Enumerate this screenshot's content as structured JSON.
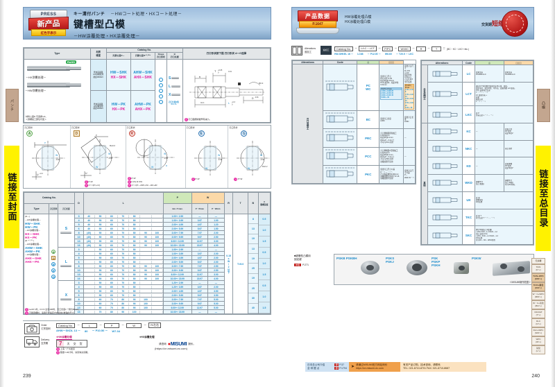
{
  "document": {
    "publisher": "MISUMI",
    "left_page_number": "239",
    "right_page_number": "240"
  },
  "left_banner": {
    "press_label": "PRESS",
    "new_product_cn": "新产品",
    "new_product_sub": "红色字表示",
    "headline_jp": "キー溝付パンチ",
    "headline_jp_sub": "－HWコート処理・HXコート処理－",
    "title_cn": "键槽型凸模",
    "subtitle_cn": "－HW涂覆处理・HX涂覆处理－"
  },
  "right_banner": {
    "badge_title": "产品数据",
    "badge_page": "P.1647",
    "line1": "HW涂覆处理凸模",
    "line2": "HX涂覆处理凸模",
    "stamp_label": "交货期",
    "stamp_label_big": "短缩"
  },
  "type_table": {
    "headers": {
      "type": "Type",
      "material": "材质",
      "hardness": "硬度",
      "catalog_no": "Catalog No.",
      "sub_type": "Type",
      "col_d": "刃部公差D₋₁",
      "col_d2": "刃部公差D⁺⁰·⁰⁰⁵",
      "shape": "Shape",
      "shape_cn": "刃口形状",
      "b_label": "B",
      "b_cn": "刃口长度",
      "shape_select": "刃口形状按下图 刃口形状 A～G选择"
    },
    "rows": [
      {
        "label": "－HW涂覆处理－",
        "rohs": "RoHS",
        "material": "粉末高速钢\nHW涂覆处理\n硬度3800HV",
        "codes_d": [
          "HW－SHK",
          "HX－SHK"
        ],
        "codes_d2": [
          "AHW－SHK",
          "AHX－SHK"
        ]
      },
      {
        "label": "－HX涂覆处理－",
        "material": "粉末高速钢\nHX涂覆处理\n硬度3000HV",
        "codes_d": [
          "HW－PK",
          "HX－PK"
        ],
        "codes_d2": [
          "AHW－PK",
          "AHX－PK"
        ]
      }
    ],
    "shapes": [
      "S",
      "L",
      "X"
    ],
    "shape_note": "刃口长度B值\nX>L>S",
    "footnote": "材料公差D 可选择mA、\n＜键槽加工部位可变＞",
    "fig_note": "刃口面磨削壁厚有减小。"
  },
  "shape_figures": {
    "header_label": "刃口形状",
    "items": [
      {
        "letter": "A",
        "formula": "",
        "notes": []
      },
      {
        "letter": "D",
        "formula": "X＝√(P²＋U²)",
        "notes": [
          "P>W"
        ]
      },
      {
        "letter": "R",
        "formula": "X＝√(P²－2RP＋W²－2R²+2R",
        "notes": [
          "P>W",
          "0.15≤ R<P/2"
        ]
      },
      {
        "letter": "E",
        "formula": "",
        "notes": [
          "P>W"
        ]
      },
      {
        "letter": "G",
        "formula": "",
        "notes": [
          "P>W"
        ]
      }
    ]
  },
  "main_table": {
    "title": "Catalog No.",
    "precision_note": "指定单位0.01mm",
    "tolerance_note": "单位0.1mm",
    "headers": [
      "Type",
      "刃口形状",
      "刃口长度",
      "D",
      "L",
      "P",
      "P・Pmax",
      "P・Wmin",
      "R",
      "T",
      "B",
      "U"
    ],
    "sub_headers": [
      "min. P  max.",
      "P・Pmax",
      "P・Wmin"
    ],
    "u_label": "键槽深度",
    "type_labels": [
      "(D－)",
      "－HW涂覆处理－",
      "HW－SHK",
      "HW－PK",
      "－HX涂覆处理－",
      "HX－SHK",
      "HX－PK",
      "(D ⁺⁰·⁰⁰⁵ )",
      "－HW涂覆处理－",
      "AHW－SHK",
      "AHW－PK",
      "－HX涂覆处理－",
      "AHX－SHK",
      "AHX－PK"
    ],
    "groups": [
      {
        "shape": "S",
        "rows": [
          {
            "d": "3",
            "l": [
              "40",
              "50",
              "60",
              "70",
              "80",
              "",
              ""
            ],
            "pmin": "1.00～",
            "pmax": "2.99",
            "ppmax": "—",
            "pwmin": "—"
          },
          {
            "d": "4",
            "l": [
              "40",
              "50",
              "60",
              "70",
              "80",
              "",
              ""
            ],
            "pmin": "1.00～",
            "pmax": "3.99",
            "ppmax": "3.97",
            "pwmin": "1.00"
          },
          {
            "d": "5",
            "l": [
              "40",
              "50",
              "60",
              "70",
              "80",
              "",
              ""
            ],
            "pmin": "2.00～",
            "pmax": "4.99",
            "ppmax": "4.97",
            "pwmin": "1.20"
          },
          {
            "d": "6",
            "l": [
              "40",
              "50",
              "60",
              "70",
              "80",
              "",
              ""
            ],
            "pmin": "2.00～",
            "pmax": "5.99",
            "ppmax": "5.97",
            "pwmin": "1.50"
          },
          {
            "d": "8",
            "l": [
              "(40)",
              "50",
              "60",
              "70",
              "80",
              "90",
              "100"
            ],
            "pmin": "3.00～",
            "pmax": "7.99",
            "ppmax": "7.97",
            "pwmin": "2.00"
          },
          {
            "d": "10",
            "l": [
              "(40)",
              "50",
              "60",
              "70",
              "80",
              "90",
              "100"
            ],
            "pmin": "3.00～",
            "pmax": "9.99",
            "ppmax": "9.97",
            "pwmin": "2.50"
          },
          {
            "d": "13",
            "l": [
              "(40)",
              "50",
              "60",
              "70",
              "80",
              "90",
              "100"
            ],
            "pmin": "6.00～",
            "pmax": "12.99",
            "ppmax": "12.97",
            "pwmin": "3.00"
          },
          {
            "d": "16",
            "l": [
              "(40)",
              "50",
              "60",
              "70",
              "80",
              "90",
              "100"
            ],
            "pmin": "10.00～",
            "pmax": "15.99",
            "ppmax": "15.97",
            "pwmin": "4.00"
          }
        ]
      },
      {
        "shape": "L",
        "rows": [
          {
            "d": "3",
            "l": [
              "",
              "50",
              "60",
              "70",
              "80",
              "",
              ""
            ],
            "pmin": "1.00～",
            "pmax": "2.99",
            "ppmax": "—",
            "pwmin": "—"
          },
          {
            "d": "4",
            "l": [
              "",
              "50",
              "60",
              "70",
              "80",
              "",
              ""
            ],
            "pmin": "1.00～",
            "pmax": "3.99",
            "ppmax": "3.97",
            "pwmin": "2.00"
          },
          {
            "d": "5",
            "l": [
              "",
              "50",
              "60",
              "70",
              "80",
              "",
              ""
            ],
            "pmin": "2.00～",
            "pmax": "4.99",
            "ppmax": "4.97",
            "pwmin": "2.00"
          },
          {
            "d": "6",
            "l": [
              "",
              "50",
              "60",
              "70",
              "80",
              "",
              ""
            ],
            "pmin": "2.00～",
            "pmax": "5.99",
            "ppmax": "5.97",
            "pwmin": "2.00"
          },
          {
            "d": "8",
            "l": [
              "",
              "50",
              "60",
              "70",
              "80",
              "90",
              "100"
            ],
            "pmin": "3.00～",
            "pmax": "7.99",
            "ppmax": "7.97",
            "pwmin": "2.50"
          },
          {
            "d": "10",
            "l": [
              "",
              "50",
              "60",
              "70",
              "80",
              "90",
              "100"
            ],
            "pmin": "3.00～",
            "pmax": "9.99",
            "ppmax": "9.97",
            "pwmin": "2.50"
          },
          {
            "d": "13",
            "l": [
              "",
              "50",
              "60",
              "70",
              "80",
              "90",
              "100"
            ],
            "pmin": "6.00～",
            "pmax": "12.99",
            "ppmax": "12.97",
            "pwmin": "3.00"
          },
          {
            "d": "16",
            "l": [
              "",
              "50",
              "60",
              "70",
              "80",
              "90",
              "100"
            ],
            "pmin": "10.00～",
            "pmax": "15.99",
            "ppmax": "15.97",
            "pwmin": "4.00"
          }
        ]
      },
      {
        "shape": "X",
        "rows": [
          {
            "d": "3",
            "l": [
              "",
              "50",
              "60",
              "70",
              "80",
              "",
              ""
            ],
            "pmin": "1.20～",
            "pmax": "2.99",
            "ppmax": "—",
            "pwmin": "—"
          },
          {
            "d": "4",
            "l": [
              "",
              "50",
              "60",
              "70",
              "80",
              "",
              ""
            ],
            "pmin": "1.20～",
            "pmax": "3.99",
            "ppmax": "3.97",
            "pwmin": "2.00"
          },
          {
            "d": "5",
            "l": [
              "",
              "50",
              "60",
              "70",
              "80",
              "",
              ""
            ],
            "pmin": "2.00～",
            "pmax": "4.99",
            "ppmax": "4.97",
            "pwmin": "3.50"
          },
          {
            "d": "6",
            "l": [
              "",
              "50",
              "60",
              "70",
              "80",
              "",
              ""
            ],
            "pmin": "2.00～",
            "pmax": "5.99",
            "ppmax": "5.97",
            "pwmin": "3.50"
          },
          {
            "d": "8",
            "l": [
              "",
              "60",
              "70",
              "80",
              "90",
              "100",
              ""
            ],
            "pmin": "3.00～",
            "pmax": "7.99",
            "ppmax": "7.97",
            "pwmin": "5.00"
          },
          {
            "d": "10",
            "l": [
              "",
              "60",
              "70",
              "80",
              "90",
              "100",
              ""
            ],
            "pmin": "3.00～",
            "pmax": "9.99",
            "ppmax": "9.97",
            "pwmin": "5.00"
          },
          {
            "d": "13",
            "l": [
              "",
              "60",
              "70",
              "80",
              "90",
              "100",
              ""
            ],
            "pmin": "6.00～",
            "pmax": "12.99",
            "ppmax": "12.97",
            "pwmin": "5.00"
          },
          {
            "d": "16",
            "l": [
              "",
              "70",
              "80",
              "90",
              "100",
              "",
              ""
            ],
            "pmin": "10.00～",
            "pmax": "15.99",
            "ppmax": "—",
            "pwmin": "—"
          }
        ]
      }
    ],
    "r_col": "0.15\n≤\nW\n/\n2\n以\n下",
    "t_col": "T>5.0",
    "b_values": [
      "8",
      "13",
      "19",
      "13",
      "19",
      "25",
      "19",
      "25",
      "30",
      "40"
    ],
    "u_values": [
      "0.5",
      "1.0",
      "1.5",
      "0.5",
      "1.0",
      "1.5",
      "0.5",
      "1.0",
      "1.5"
    ],
    "notes": [
      "L≥40～时，D＝6  全长400时，刃口长度L一侧为80mm。",
      "不能键槽时，请用尺寸指定方式会前L数轴的尺寸。"
    ]
  },
  "order_block": {
    "order_label": "Order",
    "order_label_cn": "订货范例",
    "fields": [
      "Catalog No.",
      "L",
      "P",
      "W",
      "R/左右"
    ],
    "example": [
      "AHW－SKDL 13 －",
      "80",
      "－ P10.50 －",
      "W7.34"
    ],
    "delivery_label": "Delivery",
    "delivery_label_cn": "交货期",
    "delivery_hw_title": "●HW涂覆处理",
    "delivery_days": "7",
    "delivery_unit": "天 交 货",
    "delivery_notes": [
      "上海・广州发货",
      "数量＝20计时，请另询交货期。"
    ],
    "delivery_hx_title": "●HX涂覆处理",
    "delivery_hx_note": "请咨询",
    "delivery_hx_note2": "报价。",
    "misumi_url": "(https://cn.misumi-ec.com)"
  },
  "alterations_header": {
    "label": "Alterations",
    "label_cn": "追加工",
    "chain": [
      "Catalog No.",
      "L/LC・LCT",
      "P/PC",
      "W/WC",
      "R",
      "T",
      "(BC・KC・LKC～etc.)"
    ],
    "chain_values": [
      "HW-SHKEL 16 －",
      "LC68",
      "－ P12.00 －",
      "W6.60",
      "",
      "－ T20.5  － LKC"
    ]
  },
  "alt_table_left": {
    "headers": [
      "Alterations",
      "Code",
      "形状",
      "规格"
    ],
    "group_label": "刃口追加工",
    "rows": [
      {
        "code": [
          "PC",
          "WC"
        ],
        "spec1": "变更刃口尺寸\nPC≥ P/2 ≥1.00\n指定单位0.01mm\nPC公差同P，指定单位\n0.01mm",
        "spec2": "变更刃口尺寸\nD≥ P/2 ≥1.00\n指定单位0.01mm\n刃口长度X型不适用",
        "table1": {
          "headers": [
            "PC/PC",
            "Pmax"
          ],
          "rows": [
            [
              "1.000～1.999",
              "20"
            ],
            [
              "2.000～3.000",
              "30"
            ],
            [
              "4.000～5.000",
              "45"
            ],
            [
              "5.000～",
              "60"
            ]
          ]
        },
        "table2": {
          "headers": [
            "PC/WC",
            "Pmax"
          ],
          "rows": [
            [
              "1.00～1.49",
              "8"
            ],
            [
              "1.50～1.99",
              "13"
            ],
            [
              "2.00～3.49",
              "19"
            ],
            [
              "3.50～4.99",
              "25"
            ],
            [
              "5.00～",
              "30"
            ]
          ]
        }
      },
      {
        "code": [
          "BC"
        ],
        "spec1": "变更刃口长度\n2≤BC<Bmax\n指定单位0.1mm\n键槽底至刃口长度\nBC+2mm以上。",
        "spec2": "变更刃口长度\n2≤BC<Bmax\n指定单位0.1mm\n键槽底至刃口长度\nBC+3mm以上。"
      },
      {
        "code": [
          "PRC"
        ],
        "spec1": "刃口侧端面研削加工\n0.3≤PRC≤1\n指定单位0.1mm\nPRC≤P－0.2以上\n不可与PCC共用",
        "spec2": "—"
      },
      {
        "code": [
          "PCC"
        ],
        "spec1": "刃口侧端面C形削加工\n0.3≤PCC≤1\n指定单位0.1mm\nPCC≤P－0.2以上\n不可与PRC共用\n涂覆处理不适用",
        "spec2": "—"
      },
      {
        "code": [
          "PKC"
        ],
        "spec1": "变更刃口尺寸公差\nP⁺⁰·⁰¹ → ⁺⁰·⁰⁰⁵\n尺寸指定单位0.001mm\n涂覆处理不适用于D>16\n涂覆处理不适用",
        "spec2": "变更刃口尺寸公差\nP－Wa0.01⁺⁰·⁰¹"
      }
    ]
  },
  "alt_table_right": {
    "headers": [
      "Alterations",
      "Code",
      "形状",
      "规格"
    ],
    "group_labels": [
      "全长追加工",
      "其他"
    ],
    "rows": [
      {
        "code": "LC",
        "spec1": "变更全长\n25+B/BC≤LC<L\n指定单位0.1mm\n板料一方向长度\n20mm以下时，刃口\n长度为4～20mm。\nLKC变用时，指定单位可为0.01mm",
        "spec2": "变更全长\n30+B/BC≤LC<L\n指定单位0.1mm\n板料一方向长度\n30mm以下时，刃口\n长度为4～30mm。"
      },
      {
        "code": "LCT",
        "spec1": "通过LCT内的数可变更全长可以减、变和。\n指定单位、指定单位、可作法、变更的数 +LC变和。\nTKC 变更尺寸公差\nT ⁺⁰·⁰⁰⁵ → ⁻⁰·⁰¹\nLC 变更全长 +\n变更\n缺失公差\nL ⁺⁰·² → ⁺⁰·¹"
      },
      {
        "code": "LKC",
        "spec1": "变 P\n全长公差   L ⁺⁰·³ → ⁺⁰·¹"
      },
      {
        "code": "KC",
        "spec1": "—",
        "spec2": "变更止转\n45°位置\n指定单位1°"
      },
      {
        "code": "NKC",
        "spec1": "—",
        "spec2": "无止动型"
      },
      {
        "code": "KD",
        "spec1": "—",
        "spec2": "变更键槽\n45°位置\n指定单位1°"
      },
      {
        "code": "WKD",
        "spec1": "键槽平行\n加工(双面)",
        "spec2": "键槽平行\n加工(单面)\n可与KD并用。"
      },
      {
        "code": "UK",
        "spec1": "变 更\n键槽深度\nD不适用"
      },
      {
        "code": "TKC",
        "spec1": "变 更 T\n尺寸公差   T ⁺⁰·⁰⁵ → ⁻⁰·⁰¹"
      },
      {
        "code": "SKC",
        "spec1": "倒针平面加工(1处面)\n～D6≤ P≤D－1.2  W≤D－1.2\n(加工变化≥0.6)\n～D6～  P≤D－2.2 W≤D－1.2\nD不适用\n可与KC・KD・WKD并用"
      }
    ]
  },
  "fixed_parts": {
    "title": "■键槽型凸模用\n固定键",
    "page_ref": "P.271",
    "labels": [
      "PSKB\nPSKBH",
      "PSKS\nPSKJ",
      "PSK\nPSKP\nPSKH",
      "PSKW"
    ],
    "note": "＜MISUMI制作范围＞"
  },
  "tabs": {
    "left_brown": "パンチ",
    "left_yellow": "链接至封面",
    "right_brown": "凸模",
    "right_yellow": "链接至总目录"
  },
  "index_strip": {
    "items": [
      {
        "label": "无涂覆",
        "sub": ""
      },
      {
        "label": "TiCN",
        "sub": "(K～)"
      },
      {
        "label": "TiCN+WPC",
        "sub": "(KW～)",
        "hl": true
      },
      {
        "label": "TiCN+氮化",
        "sub": "(KN～)",
        "hl": true
      },
      {
        "label": "W・C+WPC",
        "sub": "(BW～)"
      },
      {
        "label": "W・C+氮化",
        "sub": "(BN～)"
      },
      {
        "label": "DICOAT",
        "sub": "(T～)"
      },
      {
        "label": "DLC",
        "sub": "(N～)"
      },
      {
        "label": "DLC+WPC",
        "sub": "(NW～)"
      },
      {
        "label": "WPC",
        "sub": "(W～)"
      },
      {
        "label": "氮化",
        "sub": "(L～)"
      }
    ]
  },
  "footer": {
    "left_block_line1": "日本总公司介绍",
    "left_block_line2": "全 球 据 点",
    "page_ref1": "P.37",
    "page_ref2": "P.1794",
    "mid_line1": "请通过MISUMI官方网站询价",
    "mid_line2": "https://cn.misumi-ec.com",
    "right_line1": "有关产品订购、技术咨询、请联系",
    "right_line2": "TEL: 021-6710-8701  FAX: 021-6710-8687"
  }
}
